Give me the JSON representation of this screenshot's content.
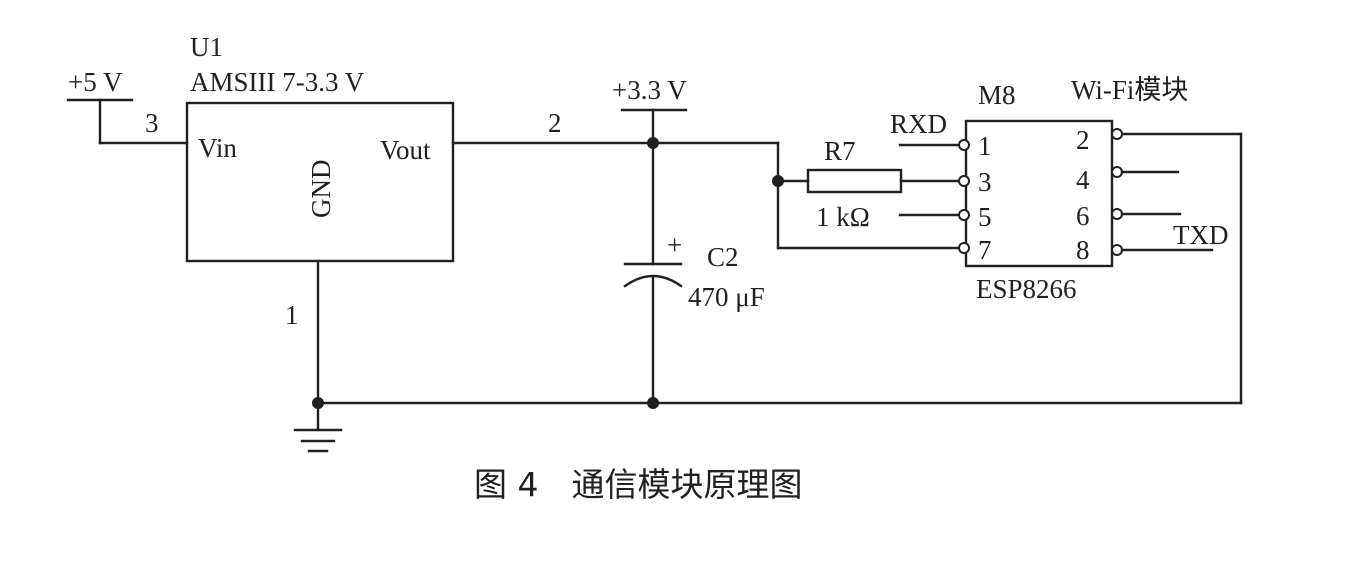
{
  "diagram": {
    "regulator": {
      "ref": "U1",
      "part": "AMSIII 7-3.3 V",
      "pin_in": "Vin",
      "pin_out": "Vout",
      "pin_gnd": "GND",
      "pin_num_in": "3",
      "pin_num_out": "2",
      "pin_num_gnd": "1"
    },
    "supply_in": "+5 V",
    "supply_out": "+3.3 V",
    "capacitor": {
      "ref": "C2",
      "value": "470 μF",
      "polarity": "+"
    },
    "resistor": {
      "ref": "R7",
      "value": "1 kΩ"
    },
    "module": {
      "ref": "M8",
      "title": "Wi-Fi模块",
      "part": "ESP8266",
      "left_pins": [
        "1",
        "3",
        "5",
        "7"
      ],
      "right_pins": [
        "2",
        "4",
        "6",
        "8"
      ],
      "rxd": "RXD",
      "txd": "TXD"
    },
    "caption": "图 4　通信模块原理图"
  }
}
